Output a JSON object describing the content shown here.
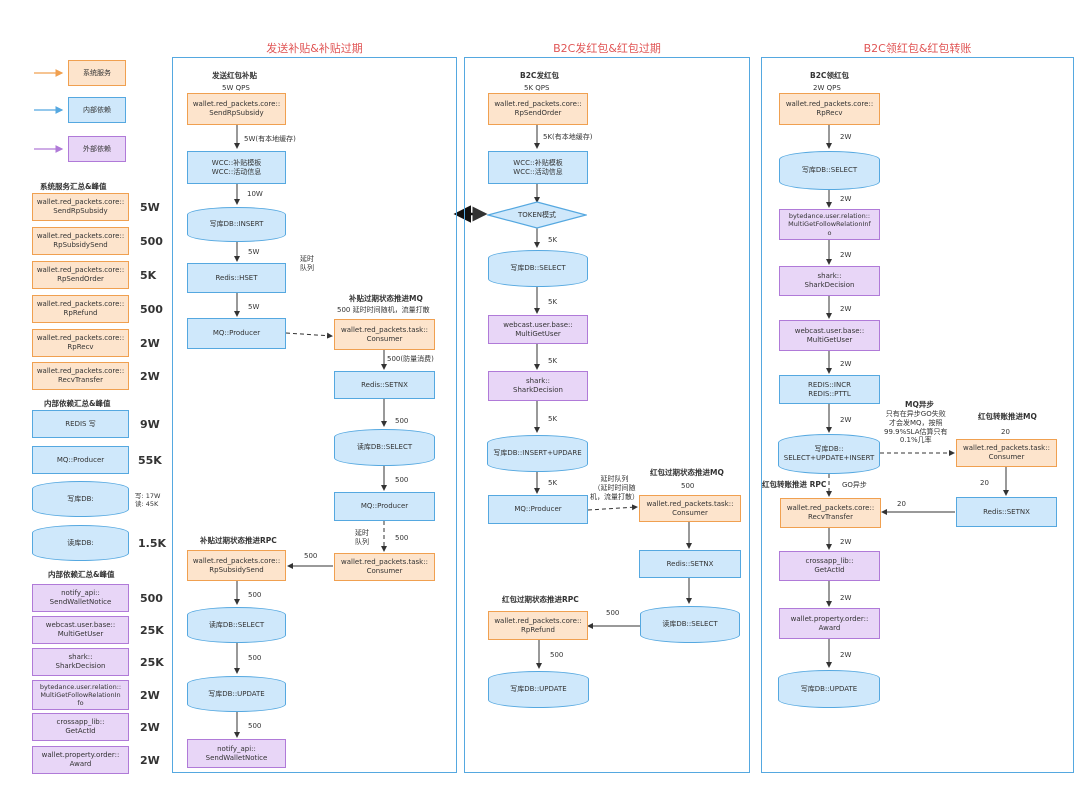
{
  "titles": {
    "panel1": "发送补贴&补贴过期",
    "panel2": "B2C发红包&红包过期",
    "panel3": "B2C领红包&红包转账"
  },
  "legend": {
    "sys": "系统服务",
    "internal": "内部依赖",
    "external": "外部依赖"
  },
  "summary": {
    "sys_header": "系统服务汇总&峰值",
    "sys_items": [
      {
        "label": "wallet.red_packets.core::\nSendRpSubsidy",
        "value": "5W"
      },
      {
        "label": "wallet.red_packets.core::\nRpSubsidySend",
        "value": "500"
      },
      {
        "label": "wallet.red_packets.core::\nRpSendOrder",
        "value": "5K"
      },
      {
        "label": "wallet.red_packets.core::\nRpRefund",
        "value": "500"
      },
      {
        "label": "wallet.red_packets.core::\nRpRecv",
        "value": "2W"
      },
      {
        "label": "wallet.red_packets.core::\nRecvTransfer",
        "value": "2W"
      }
    ],
    "int_header": "内部依赖汇总&峰值",
    "int_items": [
      {
        "label": "REDIS 写",
        "value": "9W"
      },
      {
        "label": "MQ::Producer",
        "value": "55K"
      },
      {
        "label": "写库DB:",
        "value": "写: 17W\n读: 45K"
      },
      {
        "label": "读库DB:",
        "value": "1.5K"
      }
    ],
    "ext_header": "内部依赖汇总&峰值",
    "ext_items": [
      {
        "label": "notify_api::\nSendWalletNotice",
        "value": "500"
      },
      {
        "label": "webcast.user.base::\nMultiGetUser",
        "value": "25K"
      },
      {
        "label": "shark::\nSharkDecision",
        "value": "25K"
      },
      {
        "label": "bytedance.user.relation::\nMultiGetFollowRelationIn\nfo",
        "value": "2W"
      },
      {
        "label": "crossapp_lib::\nGetActId",
        "value": "2W"
      },
      {
        "label": "wallet.property.order::\nAward",
        "value": "2W"
      }
    ]
  },
  "p1": {
    "title": "发送红包补贴",
    "qps": "5W QPS",
    "n_send": "wallet.red_packets.core::\nSendRpSubsidy",
    "n_wcc": "WCC::补贴模板\nWCC::活动信息",
    "n_insert": "写库DB::INSERT",
    "n_hset": "Redis::HSET",
    "n_mq": "MQ::Producer",
    "e1": "5W(有本地缓存)",
    "e2": "10W",
    "e3": "5W",
    "e4": "5W",
    "delay": "延时\n队列",
    "sub_title": "补贴过期状态推进MQ",
    "sub_note": "500 延时时间随机，流量打散",
    "n_consumer": "wallet.red_packets.task::\nConsumer",
    "e5": "500(防量消费)",
    "n_setnx": "Redis::SETNX",
    "e6": "500",
    "n_select": "读库DB::SELECT",
    "e7": "500",
    "n_mq2": "MQ::Producer",
    "delay2": "延时\n队列",
    "e8": "500",
    "n_consumer2": "wallet.red_packets.task::\nConsumer",
    "rpc_title": "补贴过期状态推进RPC",
    "e9": "500",
    "n_subsend": "wallet.red_packets.core::\nRpSubsidySend",
    "e10": "500",
    "n_select2": "读库DB::SELECT",
    "e11": "500",
    "n_update": "写库DB::UPDATE",
    "e12": "500",
    "n_notify": "notify_api::\nSendWalletNotice"
  },
  "p2": {
    "title": "B2C发红包",
    "qps": "5K QPS",
    "n_order": "wallet.red_packets.core::\nRpSendOrder",
    "e1": "5K(有本地缓存)",
    "n_wcc": "WCC::补贴模板\nWCC::活动信息",
    "n_token": "TOKEN模式",
    "e2": "5K",
    "n_select": "写库DB::SELECT",
    "e3": "5K",
    "n_user": "webcast.user.base::\nMultiGetUser",
    "e4": "5K",
    "n_shark": "shark::\nSharkDecision",
    "e5": "5K",
    "n_insert": "写库DB::INSERT+UPDARE",
    "e6": "5K",
    "n_mq": "MQ::Producer",
    "delay": "延时队列\n（延时时间随\n机，流量打散）",
    "sub_title": "红包过期状态推进MQ",
    "e7": "500",
    "n_consumer": "wallet.red_packets.task::\nConsumer",
    "n_setnx": "Redis::SETNX",
    "rpc_title": "红包过期状态推进RPC",
    "e8": "500",
    "n_refund": "wallet.red_packets.core::\nRpRefund",
    "n_select2": "读库DB::SELECT",
    "e9": "500",
    "n_update": "写库DB::UPDATE"
  },
  "p3": {
    "title": "B2C领红包",
    "qps": "2W QPS",
    "n_recv": "wallet.red_packets.core::\nRpRecv",
    "e1": "2W",
    "n_select": "写库DB::SELECT",
    "e2": "2W",
    "n_relation": "bytedance.user.relation::\nMultiGetFollowRelationInf\no",
    "e3": "2W",
    "n_shark": "shark::\nSharkDecision",
    "e4": "2W",
    "n_user": "webcast.user.base::\nMultiGetUser",
    "e5": "2W",
    "n_redis": "REDIS::INCR\nREDIS::PTTL",
    "e6": "2W",
    "mq_async_title": "MQ异步",
    "mq_async_note": "只有在异步GO失败\n才会发MQ，按照\n99.9%SLA估算只有\n0.1%几率",
    "n_multi": "写库DB::\nSELECT+UPDATE+INSERT",
    "sub_title": "红包转账推进MQ",
    "e7": "20",
    "n_consumer": "wallet.red_packets.task::\nConsumer",
    "e8": "20",
    "n_setnx": "Redis::SETNX",
    "e9": "20",
    "rpc_title": "红包转账推进\nRPC",
    "go_async": "GO异步",
    "n_transfer": "wallet.red_packets.core::\nRecvTransfer",
    "e10": "2W",
    "n_actid": "crossapp_lib::\nGetActId",
    "e11": "2W",
    "n_award": "wallet.property.order::\nAward",
    "e12": "2W",
    "n_update": "写库DB::UPDATE"
  },
  "colors": {
    "sys_fill": "#fde4cc",
    "sys_border": "#f0a050",
    "int_fill": "#cfe8fb",
    "int_border": "#55a8e0",
    "ext_fill": "#e8d6f7",
    "ext_border": "#b07ad8",
    "title": "#e05555"
  }
}
